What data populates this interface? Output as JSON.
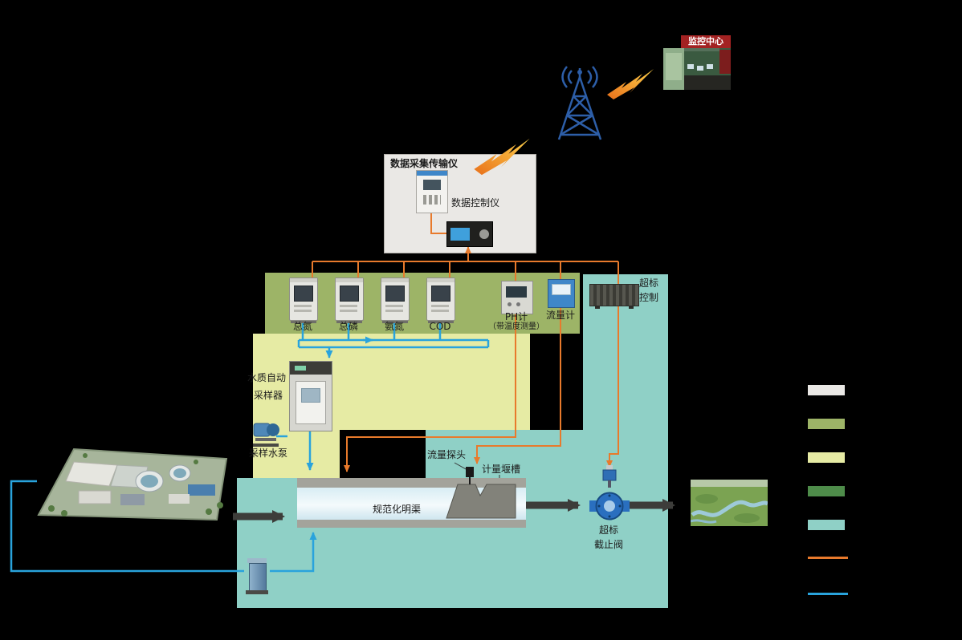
{
  "monitor_center": {
    "label": "监控中心"
  },
  "acquisition": {
    "title": "数据采集传输仪",
    "controller_label": "数据控制仪"
  },
  "analyzers": {
    "items": [
      {
        "label": "总氮"
      },
      {
        "label": "总磷"
      },
      {
        "label": "氨氮"
      },
      {
        "label": "COD"
      }
    ]
  },
  "ph_meter": {
    "label": "PH计",
    "sub_label": "（带温度测量）"
  },
  "flow_meter": {
    "label": "流量计"
  },
  "overlimit_controller": {
    "line1": "超标",
    "line2": "控制"
  },
  "sampler": {
    "line1": "水质自动",
    "line2": "采样器"
  },
  "sampling_pump": {
    "label": "采样水泵"
  },
  "channel": {
    "label": "规范化明渠",
    "probe_label": "流量探头",
    "weir_label": "计量堰槽"
  },
  "shutoff_valve": {
    "line1": "超标",
    "line2": "截止阀"
  },
  "legend": {
    "items": [
      {
        "name": "gray-panel",
        "color": "#eae8e5"
      },
      {
        "name": "green-panel",
        "color": "#9db467"
      },
      {
        "name": "yellow-panel",
        "color": "#e6eba4"
      },
      {
        "name": "dark-green-panel",
        "color": "#4e8c4a"
      },
      {
        "name": "teal-panel",
        "color": "#8fd0c6"
      },
      {
        "name": "signal-line",
        "color": "#e87a2c"
      },
      {
        "name": "water-line",
        "color": "#29a3dc"
      }
    ]
  },
  "colors": {
    "background": "#000000",
    "panel_gray": "#eae8e5",
    "panel_green": "#9db467",
    "panel_yellow": "#e6eba4",
    "panel_teal": "#8fd0c6",
    "signal_orange": "#e87a2c",
    "water_blue": "#29a3dc",
    "pipe_dark": "#3d3d3a",
    "tower_blue": "#2d5ea8",
    "label_red_bg": "#a32222",
    "legend_dark_green": "#4e8c4a"
  }
}
